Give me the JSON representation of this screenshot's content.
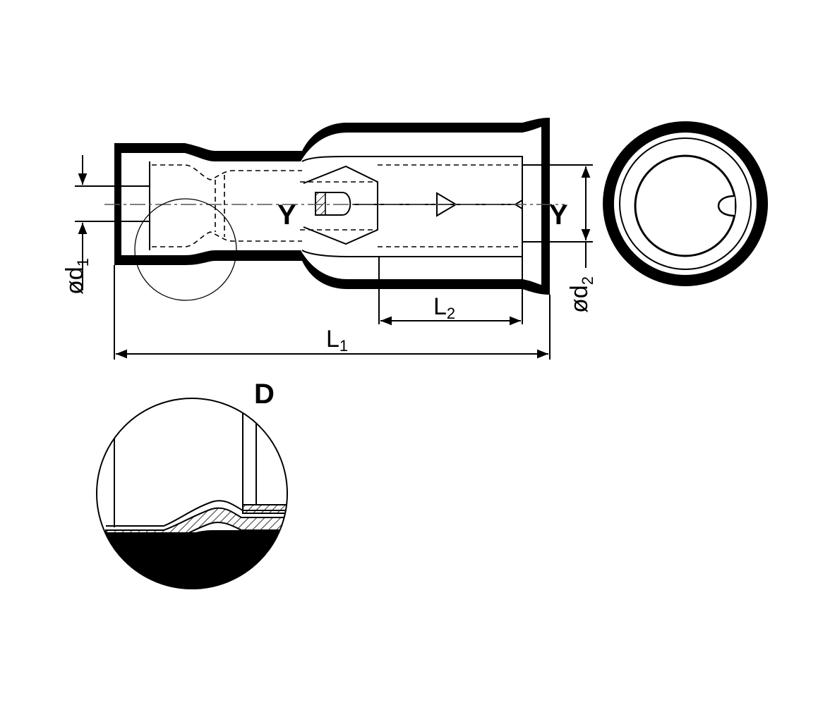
{
  "labels": {
    "section_left": "Y",
    "section_right": "Y",
    "detail": "D",
    "l1_main": "L",
    "l1_sub": "1",
    "l2_main": "L",
    "l2_sub": "2",
    "d1_symbol": "ø",
    "d1_main": "d",
    "d1_sub": "1",
    "d2_symbol": "ø",
    "d2_main": "d",
    "d2_sub": "2"
  },
  "colors": {
    "ink": "#000000",
    "background": "#ffffff",
    "centerline": "#555555"
  }
}
